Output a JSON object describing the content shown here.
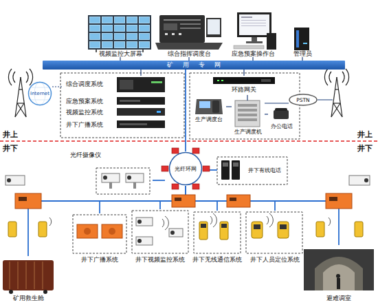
{
  "diagram": {
    "nodes": [
      {
        "text": [
          "视频监控大屏幕"
        ]
      },
      {
        "text": [
          "综合指挥调度台"
        ]
      },
      {
        "text": [
          "应急预案操作台"
        ]
      },
      {
        "text": [
          "管理员"
        ]
      },
      {
        "text": [
          "矿用专网"
        ]
      },
      {
        "text": [
          "综合调度系统"
        ]
      },
      {
        "text": [
          "应急预案系统"
        ]
      },
      {
        "text": [
          "视频监控系统"
        ]
      },
      {
        "text": [
          "井下广播系统"
        ]
      },
      {
        "text": [
          "Internet"
        ]
      },
      {
        "text": [
          "环路网关"
        ]
      },
      {
        "text": [
          "生产调度台"
        ]
      },
      {
        "text": [
          "生产调度机"
        ]
      },
      {
        "text": [
          "办公电话"
        ]
      },
      {
        "text": [
          "PSTN"
        ]
      },
      {
        "text": [
          "光纤摄像仪"
        ]
      },
      {
        "text": [
          "光纤环网"
        ]
      },
      {
        "text": [
          "井下有线电话"
        ]
      },
      {
        "text": [
          "井下广播系统"
        ]
      },
      {
        "text": [
          "井下视频监控系统"
        ]
      },
      {
        "text": [
          "井下无线通信系统"
        ]
      },
      {
        "text": [
          "井下人员定位系统"
        ]
      },
      {
        "text": [
          "矿用救生舱"
        ]
      },
      {
        "text": [
          "避难调室"
        ]
      }
    ],
    "edges": [
      {
        "from": 0,
        "to": 4,
        "arrow": "none"
      },
      {
        "from": 1,
        "to": 4,
        "arrow": "none"
      },
      {
        "from": 2,
        "to": 4,
        "arrow": "none"
      },
      {
        "from": 3,
        "to": 4,
        "arrow": "none"
      },
      {
        "from": 4,
        "to": 5,
        "arrow": "none"
      },
      {
        "from": 4,
        "to": 10,
        "arrow": "none"
      },
      {
        "from": 10,
        "to": 12,
        "arrow": "none"
      },
      {
        "from": 11,
        "to": 12,
        "arrow": "none"
      },
      {
        "from": 12,
        "to": 13,
        "arrow": "none"
      },
      {
        "from": 12,
        "to": 14,
        "arrow": "none"
      },
      {
        "from": 9,
        "to": 5,
        "arrow": "none"
      },
      {
        "from": 16,
        "to": 4,
        "arrow": "none"
      },
      {
        "from": 15,
        "to": 16,
        "arrow": "none"
      },
      {
        "from": 17,
        "to": 16,
        "arrow": "none"
      },
      {
        "from": 16,
        "to": 18,
        "arrow": "none"
      },
      {
        "from": 16,
        "to": 19,
        "arrow": "none"
      },
      {
        "from": 16,
        "to": 20,
        "arrow": "none"
      },
      {
        "from": 16,
        "to": 21,
        "arrow": "none"
      },
      {
        "from": 16,
        "to": 22,
        "arrow": "none"
      },
      {
        "from": 16,
        "to": 23,
        "arrow": "none"
      }
    ],
    "labels": [
      "井上",
      "井上",
      "井下",
      "井下"
    ]
  }
}
